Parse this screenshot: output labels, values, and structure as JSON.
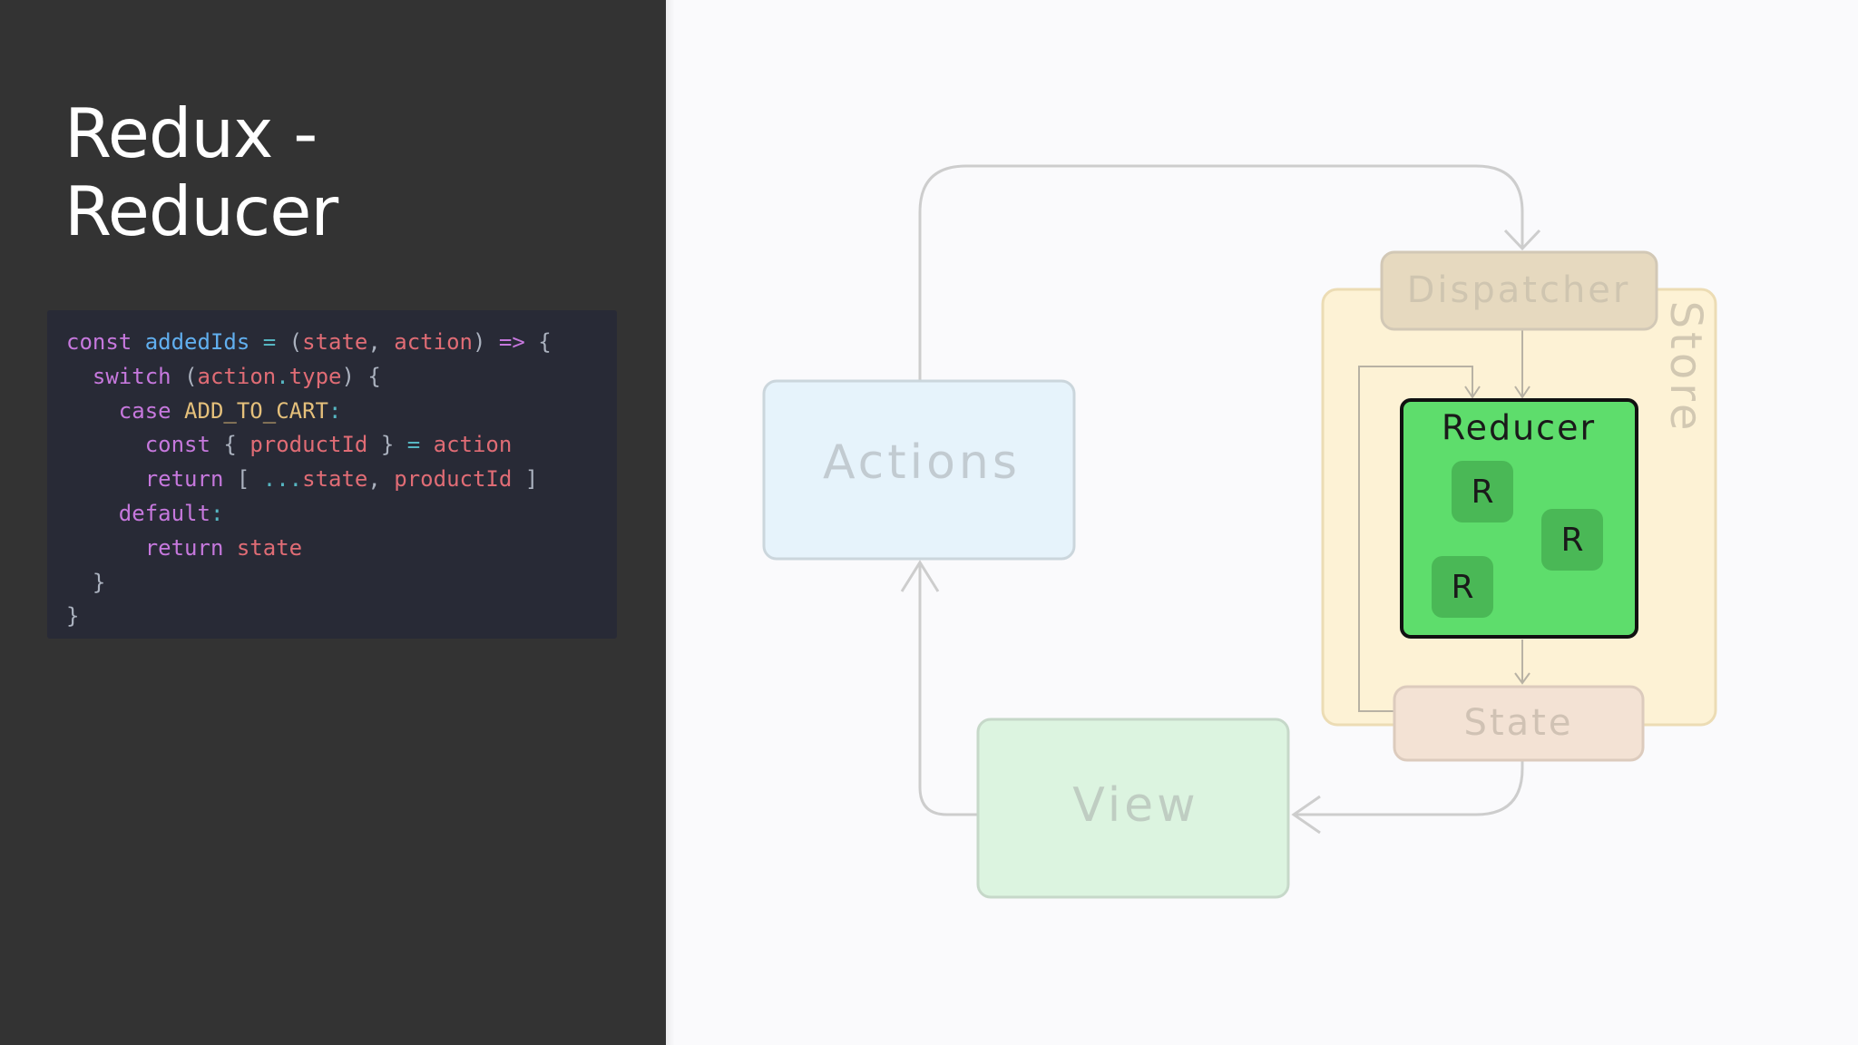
{
  "slide": {
    "title_line1": "Redux -",
    "title_line2": "Reducer"
  },
  "code": {
    "language": "javascript",
    "lines": [
      "const addedIds = (state, action) => {",
      "  switch (action.type) {",
      "    case ADD_TO_CART:",
      "      const { productId } = action",
      "      return [ ...state, productId ]",
      "    default:",
      "      return state",
      "  }",
      "}"
    ]
  },
  "diagram": {
    "actions_label": "Actions",
    "view_label": "View",
    "dispatcher_label": "Dispatcher",
    "store_label": "Store",
    "reducer_label": "Reducer",
    "state_label": "State",
    "sub_reducers": [
      "R",
      "R",
      "R"
    ]
  },
  "colors": {
    "left_panel_bg": "#333333",
    "code_bg": "#282a36",
    "canvas_bg": "#fafafc",
    "reducer_green": "#5edd6c",
    "sub_reducer_green": "#4ab856",
    "store_fill": "#fdf2d5",
    "actions_fill": "#e6f3fb",
    "view_fill": "#dcf4e0"
  }
}
